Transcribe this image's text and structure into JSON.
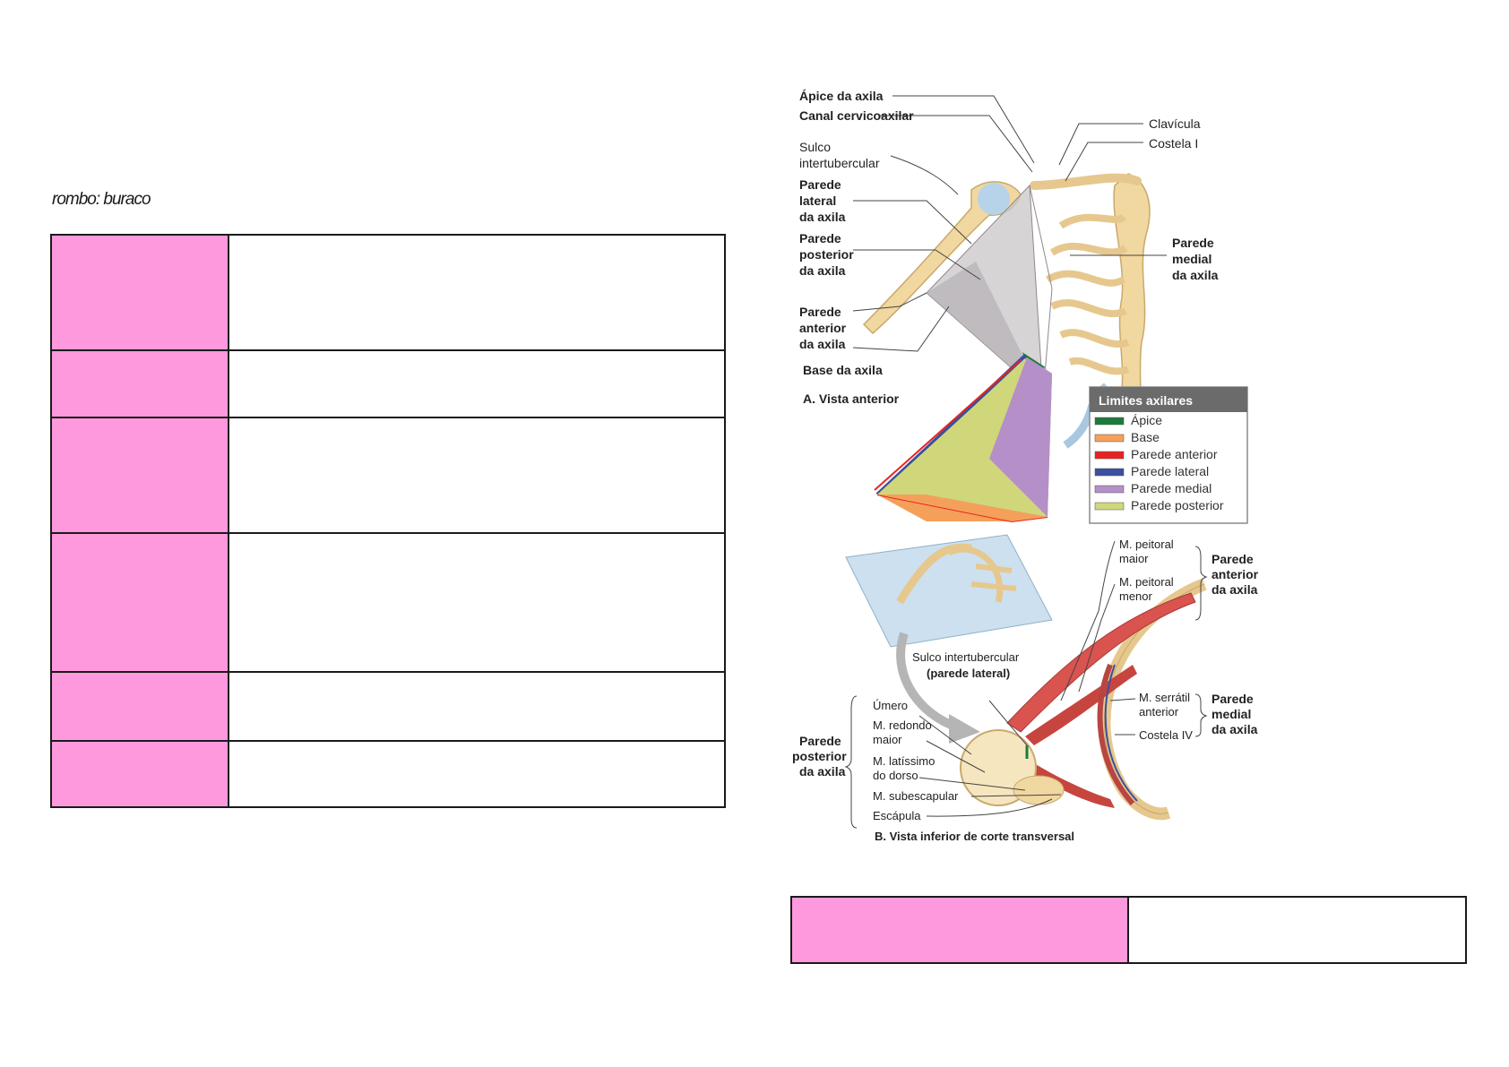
{
  "note": "rombo: buraco",
  "left_table": {
    "rows": 6
  },
  "bottom_table": {
    "rows": 1
  },
  "figure": {
    "labels_a": {
      "apice": "Ápice da axila",
      "canal": "Canal cervicoaxilar",
      "sulco_1": "Sulco",
      "sulco_2": "intertubercular",
      "parede_lateral_1": "Parede",
      "parede_lateral_2": "lateral",
      "parede_lateral_3": "da axila",
      "parede_posterior_1": "Parede",
      "parede_posterior_2": "posterior",
      "parede_posterior_3": "da axila",
      "parede_anterior_1": "Parede",
      "parede_anterior_2": "anterior",
      "parede_anterior_3": "da axila",
      "base": "Base da axila",
      "clavicula": "Clavícula",
      "costela_i": "Costela I",
      "parede_medial_1": "Parede",
      "parede_medial_2": "medial",
      "parede_medial_3": "da axila",
      "caption": "A. Vista anterior"
    },
    "legend": {
      "title": "Limites axilares",
      "items": [
        {
          "label": "Ápice",
          "color": "#1e7a3c"
        },
        {
          "label": "Base",
          "color": "#f5a05a"
        },
        {
          "label": "Parede anterior",
          "color": "#e8231f"
        },
        {
          "label": "Parede lateral",
          "color": "#3a4fa0"
        },
        {
          "label": "Parede medial",
          "color": "#b58fc8"
        },
        {
          "label": "Parede posterior",
          "color": "#cfd77a"
        }
      ]
    },
    "labels_b": {
      "peitoral_maior_1": "M. peitoral",
      "peitoral_maior_2": "maior",
      "peitoral_menor_1": "M. peitoral",
      "peitoral_menor_2": "menor",
      "parede_anterior_1": "Parede",
      "parede_anterior_2": "anterior",
      "parede_anterior_3": "da axila",
      "sulco_1": "Sulco intertubercular",
      "sulco_2": "(parede lateral)",
      "umero": "Úmero",
      "redondo_1": "M. redondo",
      "redondo_2": "maior",
      "latissimo_1": "M. latíssimo",
      "latissimo_2": "do dorso",
      "subescapular": "M. subescapular",
      "escapula": "Escápula",
      "parede_posterior_1": "Parede",
      "parede_posterior_2": "posterior",
      "parede_posterior_3": "da axila",
      "serratil_1": "M. serrátil",
      "serratil_2": "anterior",
      "costela_iv": "Costela IV",
      "parede_medial_1": "Parede",
      "parede_medial_2": "medial",
      "parede_medial_3": "da axila",
      "caption": "B. Vista inferior de corte transversal"
    }
  }
}
